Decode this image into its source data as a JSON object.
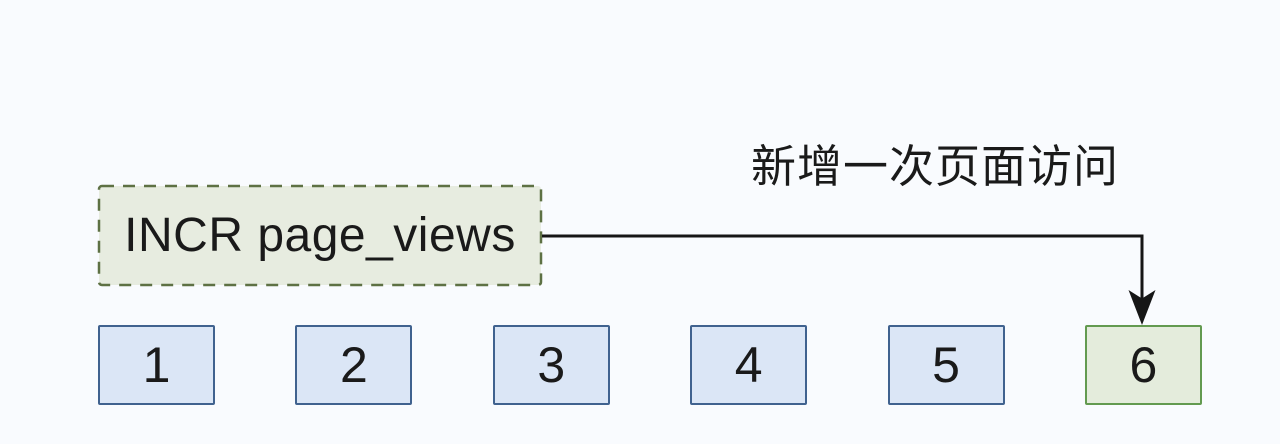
{
  "diagram": {
    "command": "INCR page_views",
    "annotation": "新增一次页面访问",
    "cells": [
      {
        "value": "1",
        "variant": "blue"
      },
      {
        "value": "2",
        "variant": "blue"
      },
      {
        "value": "3",
        "variant": "blue"
      },
      {
        "value": "4",
        "variant": "blue"
      },
      {
        "value": "5",
        "variant": "blue"
      },
      {
        "value": "6",
        "variant": "green",
        "highlighted": true
      }
    ]
  },
  "colors": {
    "background": "#f9fbfe",
    "command_fill": "#e7ece0",
    "command_border": "#5e7144",
    "cell_blue_fill": "#dbe6f6",
    "cell_blue_border": "#40628f",
    "cell_green_fill": "#e4ecdc",
    "cell_green_border": "#639a50",
    "arrow": "#161616",
    "text": "#1a1a1a"
  }
}
